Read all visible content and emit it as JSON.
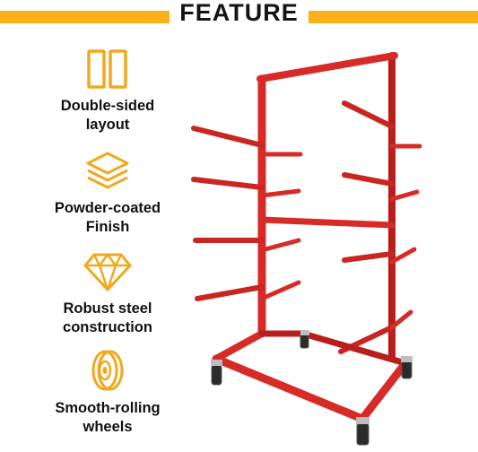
{
  "banner": {
    "title": "FEATURE"
  },
  "features": [
    {
      "icon": "double-panel-icon",
      "label": "Double-sided layout",
      "line1": "Double-sided",
      "line2": "layout"
    },
    {
      "icon": "stacked-layers-icon",
      "label": "Powder-coated Finish",
      "line1": "Powder-coated",
      "line2": "Finish"
    },
    {
      "icon": "diamond-icon",
      "label": "Robust steel construction",
      "line1": "Robust steel",
      "line2": "construction"
    },
    {
      "icon": "wheel-icon",
      "label": "Smooth-rolling wheels",
      "line1": "Smooth-rolling",
      "line2": "wheels"
    }
  ],
  "product": {
    "name": "red-bumper-storage-rack"
  },
  "colors": {
    "accent": "#fbb117",
    "rack_red": "#d62b26",
    "text": "#111111"
  }
}
